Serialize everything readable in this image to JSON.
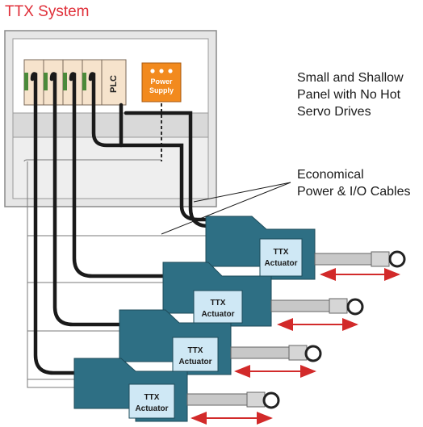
{
  "title": "TTX System",
  "panel": {
    "plc_label": "PLC",
    "power_supply": [
      "Power",
      "Supply"
    ]
  },
  "annotations": {
    "panel_note": [
      "Small and Shallow",
      "Panel with No Hot",
      "Servo Drives"
    ],
    "cable_note": [
      "Economical",
      "Power & I/O Cables"
    ]
  },
  "actuators": [
    {
      "label": [
        "TTX",
        "Actuator"
      ]
    },
    {
      "label": [
        "TTX",
        "Actuator"
      ]
    },
    {
      "label": [
        "TTX",
        "Actuator"
      ]
    },
    {
      "label": [
        "TTX",
        "Actuator"
      ]
    }
  ],
  "colors": {
    "title": "#e0303a",
    "actuator_body": "#2e6f84",
    "actuator_label_bg": "#cfe8f5",
    "power_supply": "#f28a1e",
    "plc_modules": "#f6e3cc",
    "motion_arrow": "#d22a2a",
    "cable": "#1a1a1a"
  }
}
